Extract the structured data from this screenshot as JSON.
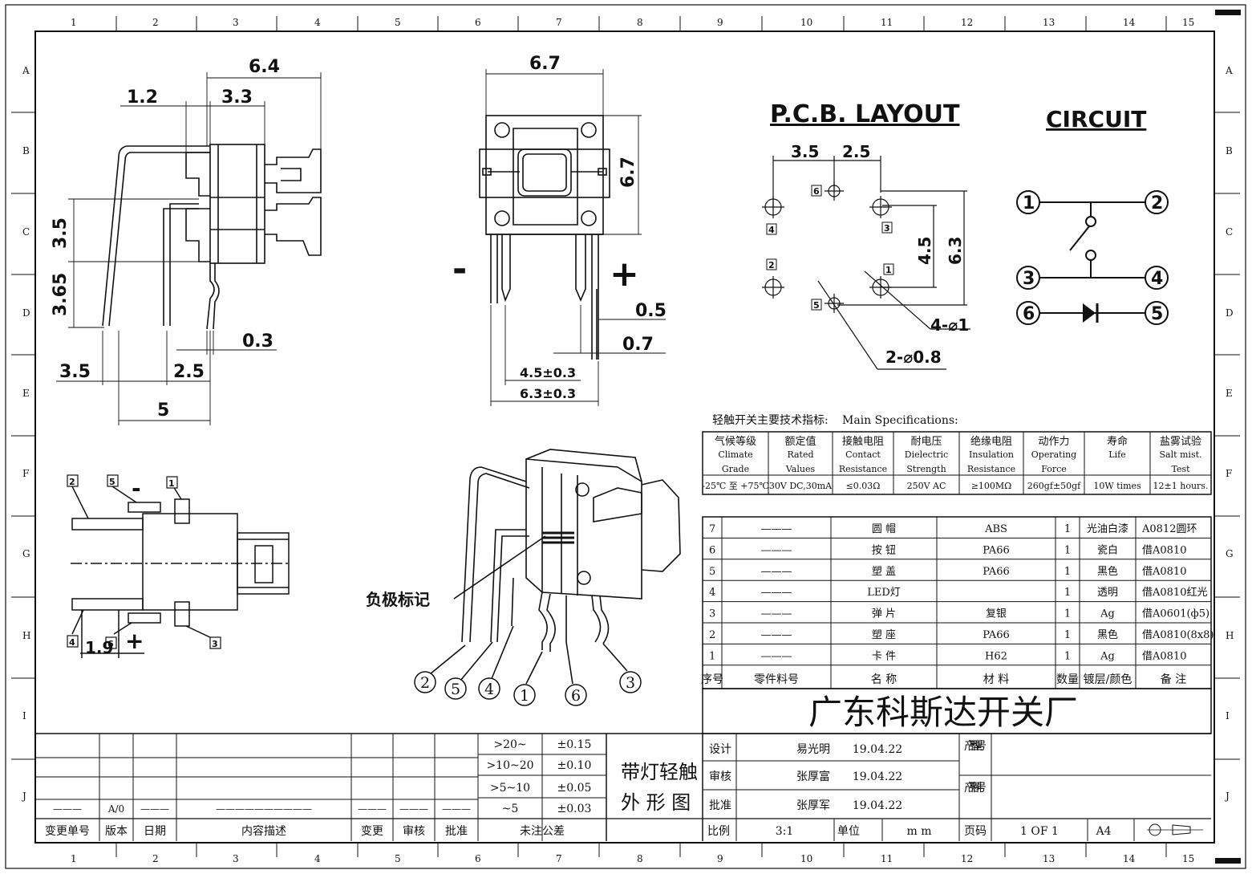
{
  "border": {
    "col_labels": [
      "1",
      "2",
      "3",
      "4",
      "5",
      "6",
      "7",
      "8",
      "9",
      "10",
      "11",
      "12",
      "13",
      "14",
      "15"
    ],
    "row_labels": [
      "A",
      "B",
      "C",
      "D",
      "E",
      "F",
      "G",
      "H",
      "I",
      "J"
    ]
  },
  "side_view": {
    "dims": {
      "d6_4": "6.4",
      "d1_2": "1.2",
      "d3_3": "3.3",
      "d3_5_v": "3.5",
      "d3_65": "3.65",
      "d0_3": "0.3",
      "d3_5_h": "3.5",
      "d2_5": "2.5",
      "d5": "5"
    }
  },
  "front_view": {
    "dims": {
      "w6_7": "6.7",
      "h6_7": "6.7",
      "minus": "-",
      "plus": "+",
      "d0_5": "0.5",
      "d0_7": "0.7",
      "d4_5": "4.5±0.3",
      "d6_3": "6.3±0.3"
    }
  },
  "pcb_layout": {
    "title": "P.C.B. LAYOUT",
    "dims": {
      "d3_5": "3.5",
      "d2_5": "2.5",
      "d4_5": "4.5",
      "d6_3": "6.3",
      "hole1": "4-⌀1",
      "hole2": "2-⌀0.8"
    },
    "pins": [
      "1",
      "2",
      "3",
      "4",
      "5",
      "6"
    ]
  },
  "circuit": {
    "title": "CIRCUIT",
    "pins": [
      "1",
      "2",
      "3",
      "4",
      "5",
      "6"
    ]
  },
  "bottom_view": {
    "pins": [
      "1",
      "2",
      "3",
      "4",
      "5",
      "6"
    ],
    "minus": "-",
    "plus": "+",
    "dim": "1.9"
  },
  "iso_view": {
    "callout": "负极标记",
    "pins": [
      "2",
      "5",
      "4",
      "1",
      "6",
      "3"
    ]
  },
  "specs": {
    "title": "轻触开关主要技术指标:",
    "title_en": "Main Specifications:",
    "headers": [
      {
        "cn": "气候等级",
        "en1": "Climate",
        "en2": "Grade"
      },
      {
        "cn": "额定值",
        "en1": "Rated",
        "en2": "Values"
      },
      {
        "cn": "接触电阻",
        "en1": "Contact",
        "en2": "Resistance"
      },
      {
        "cn": "耐电压",
        "en1": "Dielectric",
        "en2": "Strength"
      },
      {
        "cn": "绝缘电阻",
        "en1": "Insulation",
        "en2": "Resistance"
      },
      {
        "cn": "动作力",
        "en1": "Operating",
        "en2": "Force"
      },
      {
        "cn": "寿命",
        "en1": "Life",
        "en2": ""
      },
      {
        "cn": "盐雾试验",
        "en1": "Salt mist.",
        "en2": "Test"
      }
    ],
    "values": [
      "-25℃ 至 +75℃",
      "30V DC,30mA",
      "≤0.03Ω",
      "250V AC",
      "≥100MΩ",
      "260gf±50gf",
      "10W times",
      "12±1 hours."
    ]
  },
  "bom": {
    "rows": [
      {
        "no": "7",
        "part": "———",
        "name": "圆 帽",
        "material": "ABS",
        "qty": "1",
        "finish": "光油白漆",
        "note": "A0812圆环"
      },
      {
        "no": "6",
        "part": "———",
        "name": "按 钮",
        "material": "PA66",
        "qty": "1",
        "finish": "瓷白",
        "note": "借A0810"
      },
      {
        "no": "5",
        "part": "———",
        "name": "塑 盖",
        "material": "PA66",
        "qty": "1",
        "finish": "黑色",
        "note": "借A0810"
      },
      {
        "no": "4",
        "part": "———",
        "name": "LED灯",
        "material": "",
        "qty": "1",
        "finish": "透明",
        "note": "借A0810红光"
      },
      {
        "no": "3",
        "part": "———",
        "name": "弹 片",
        "material": "复银",
        "qty": "1",
        "finish": "Ag",
        "note": "借A0601(ф5)"
      },
      {
        "no": "2",
        "part": "———",
        "name": "塑 座",
        "material": "PA66",
        "qty": "1",
        "finish": "黑色",
        "note": "借A0810(8x8)"
      },
      {
        "no": "1",
        "part": "———",
        "name": "卡 件",
        "material": "H62",
        "qty": "1",
        "finish": "Ag",
        "note": "借A0810"
      }
    ],
    "header": {
      "no": "序号",
      "part": "零件料号",
      "name": "名 称",
      "material": "材 料",
      "qty": "数量",
      "finish": "镀层/颜色",
      "note": "备 注"
    }
  },
  "title_block": {
    "company": "广东科斯达开关厂",
    "drawing_name_1": "带灯轻触",
    "drawing_name_2": "外 形 图",
    "tolerances": [
      {
        "range": ">20~",
        "tol": "±0.15"
      },
      {
        "range": ">10~20",
        "tol": "±0.10"
      },
      {
        "range": ">5~10",
        "tol": "±0.05"
      },
      {
        "range": "~5",
        "tol": "±0.03"
      }
    ],
    "tol_label": "未注公差",
    "rev_headers": [
      "变更单号",
      "版本",
      "日期",
      "内容描述",
      "变更",
      "审核",
      "批准"
    ],
    "rev_row": {
      "no": "———",
      "ver": "A/0",
      "date": "———",
      "desc": "——————————",
      "chg": "———",
      "chk": "———",
      "apv": "———"
    },
    "sign": [
      {
        "role": "设计",
        "name": "易光明",
        "date": "19.04.22"
      },
      {
        "role": "审核",
        "name": "张厚富",
        "date": "19.04.22"
      },
      {
        "role": "批准",
        "name": "张厚军",
        "date": "19.04.22"
      }
    ],
    "product_model_label": "产品型号",
    "product_no_label": "产品料号",
    "scale_label": "比例",
    "scale": "3:1",
    "unit_label": "单位",
    "unit": "m m",
    "page_label": "页码",
    "page": "1 OF 1",
    "size": "A4"
  }
}
